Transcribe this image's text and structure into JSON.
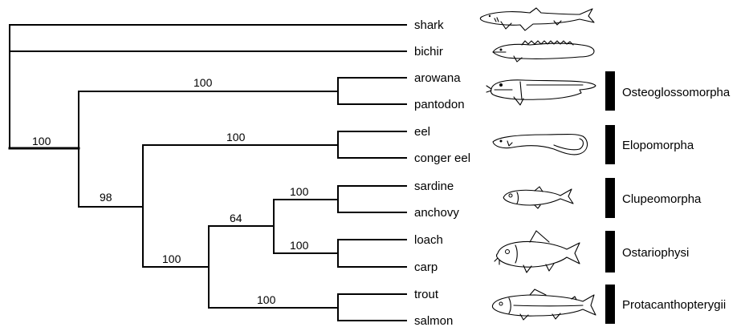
{
  "taxa": [
    "shark",
    "bichir",
    "arowana",
    "pantodon",
    "eel",
    "conger eel",
    "sardine",
    "anchovy",
    "loach",
    "carp",
    "trout",
    "salmon"
  ],
  "support_values": [
    "100",
    "98",
    "100",
    "100",
    "100",
    "64",
    "100",
    "100",
    "100"
  ],
  "clades": [
    "Osteoglossomorpha",
    "Elopomorpha",
    "Clupeomorpha",
    "Ostariophysi",
    "Protacanthopterygii"
  ],
  "fish_icons": [
    "shark-icon",
    "bichir-icon",
    "arowana-icon",
    "eel-icon",
    "sardine-icon",
    "carp-icon",
    "trout-icon"
  ]
}
